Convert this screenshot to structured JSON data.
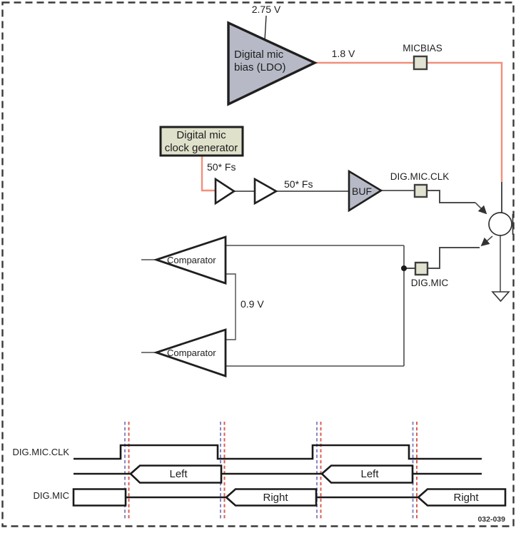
{
  "figure_id": "032-039",
  "colors": {
    "salmon_wire": "#F1907B",
    "component_fill": "#B7BAC6",
    "pad_fill": "#E2E2D1",
    "box_fill": "#E0E1CB",
    "wire_gray": "#4D4D4D",
    "line_black": "#1A1A1A",
    "timing_dash_blue": "#8488C6",
    "timing_dash_red": "#DD5C52"
  },
  "schematic": {
    "ldo": {
      "line1": "Digital mic",
      "line2": "bias (LDO)",
      "supply": "2.75 V",
      "output": "1.8 V"
    },
    "micbias_pad_label": "MICBIAS",
    "clock_generator": {
      "line1": "Digital mic",
      "line2": "clock generator"
    },
    "fs_label": "50* Fs",
    "buf_label": "BUF",
    "clk_pad_label": "DIG.MIC.CLK",
    "mic_pad_label": "DIG.MIC",
    "comparator_label": "Comparator",
    "vref_label": "0.9 V"
  },
  "timing": {
    "clk_label": "DIG.MIC.CLK",
    "data_label": "DIG.MIC",
    "left_label": "Left",
    "right_label": "Right"
  }
}
